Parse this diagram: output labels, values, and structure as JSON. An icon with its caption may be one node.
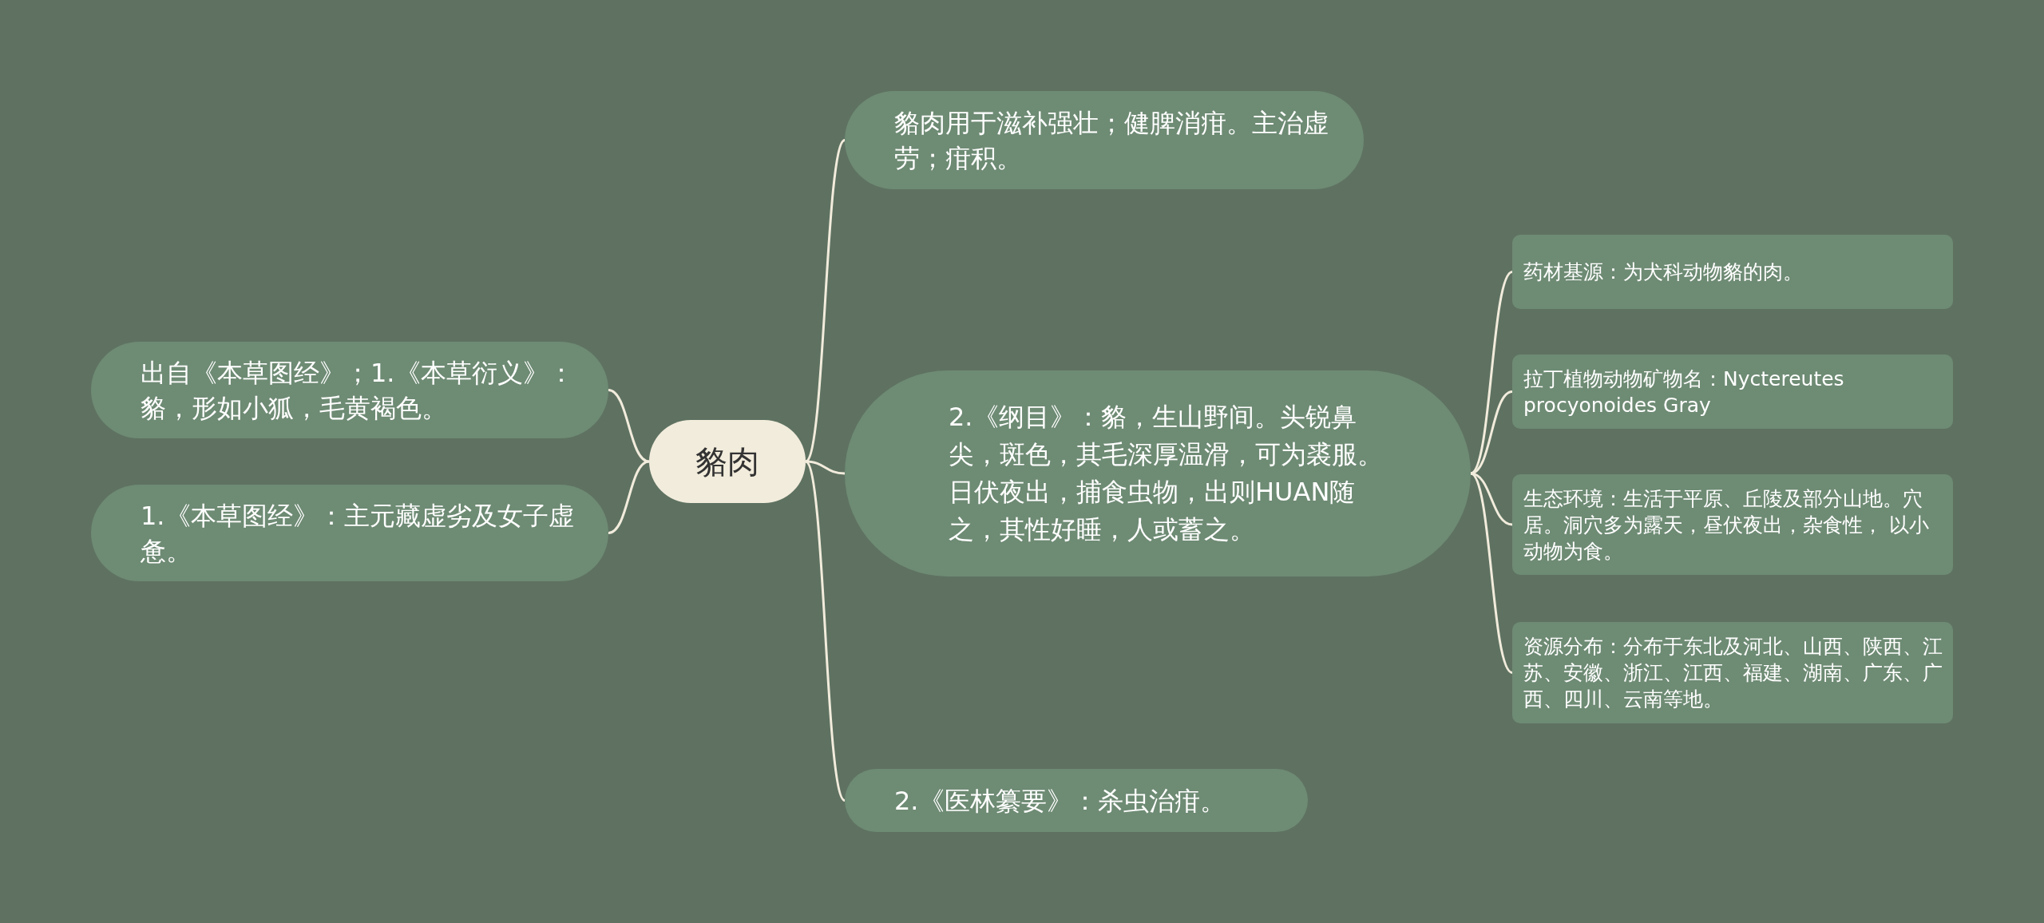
{
  "diagram": {
    "nodes": [
      {
        "text": [
          "貉肉"
        ]
      },
      {
        "text": [
          "貉肉用于滋补强壮；健脾消疳。主治虚劳；疳积。"
        ]
      },
      {
        "text": [
          "出自《本草图经》；1.《本草衍义》：貉，形如小狐，毛黄褐色。"
        ]
      },
      {
        "text": [
          "1.《本草图经》：主元藏虚劣及女子虚惫。"
        ]
      },
      {
        "text": [
          "2.《纲目》：貉，生山野间。头锐鼻尖，斑色，其毛深厚温滑，可为裘服。日伏夜出，捕食虫物，出则HUAN随之，其性好睡，人或蓄之。"
        ]
      },
      {
        "text": [
          "2.《医林纂要》：杀虫治疳。"
        ]
      },
      {
        "text": [
          "药材基源：为犬科动物貉的肉。"
        ]
      },
      {
        "text": [
          "拉丁植物动物矿物名：Nyctereutes procyonoides Gray"
        ]
      },
      {
        "text": [
          "生态环境：生活于平原、丘陵及部分山地。穴居。洞穴多为露天，昼伏夜出，杂食性， 以小动物为食。"
        ]
      },
      {
        "text": [
          "资源分布：分布于东北及河北、山西、陕西、江苏、安徽、浙江、江西、福建、湖南、广东、广西、四川、云南等地。"
        ]
      }
    ],
    "edges": [
      {
        "from": 0,
        "to": 1,
        "arrow": "none"
      },
      {
        "from": 0,
        "to": 2,
        "arrow": "none"
      },
      {
        "from": 0,
        "to": 3,
        "arrow": "none"
      },
      {
        "from": 0,
        "to": 4,
        "arrow": "none"
      },
      {
        "from": 0,
        "to": 5,
        "arrow": "none"
      },
      {
        "from": 4,
        "to": 6,
        "arrow": "none"
      },
      {
        "from": 4,
        "to": 7,
        "arrow": "none"
      },
      {
        "from": 4,
        "to": 8,
        "arrow": "none"
      },
      {
        "from": 4,
        "to": 9,
        "arrow": "none"
      }
    ]
  }
}
